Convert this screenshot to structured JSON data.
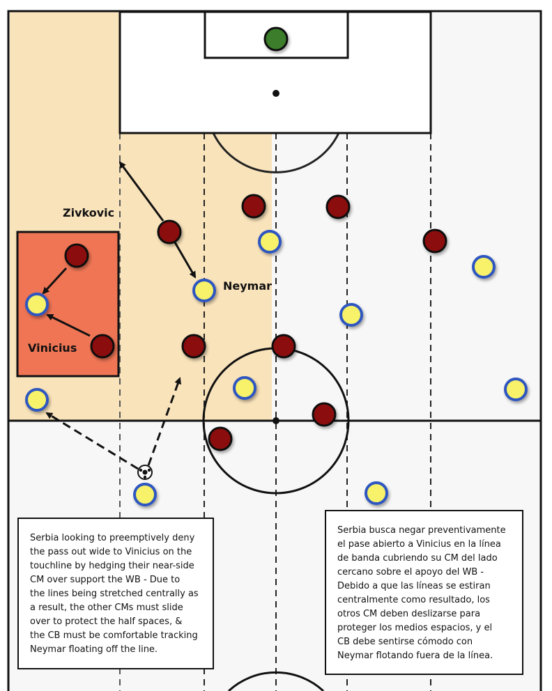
{
  "labels": {
    "zivkovic": "Zivkovic",
    "neymar": "Neymar",
    "vinicius": "Vinicius"
  },
  "notes": {
    "english": "Serbia looking to preemptively deny\nthe pass out wide to Vinicius on the\ntouchline by hedging their near-side\nCM over support the WB - Due to\nthe lines being stretched centrally as\na result, the other CMs must slide\nover to protect the half spaces, &\nthe CB must be comfortable tracking\nNeymar floating off the line.",
    "spanish": "Serbia busca negar preventivamente\nel pase abierto a Vinicius en la línea\nde banda cubriendo su CM del lado\ncercano sobre el apoyo del WB -\nDebido a que las líneas se estiran\ncentralmente como resultado, los\notros CM deben deslizarse para\nproteger los medios espacios, y el\nCB debe sentirse cómodo con\nNeymar flotando fuera de la línea."
  },
  "colors": {
    "pitch": "#f7f7f7",
    "lines": "#111111",
    "zone_fill": "#f9e3bb",
    "overload_box": "#ef7555",
    "serbia_player": "#8b1010",
    "brazil_player": "#f7f26a",
    "brazil_ring": "#2f56c0",
    "goalkeeper": "#3b7d2b"
  },
  "icons": {
    "ball": "football-icon"
  }
}
